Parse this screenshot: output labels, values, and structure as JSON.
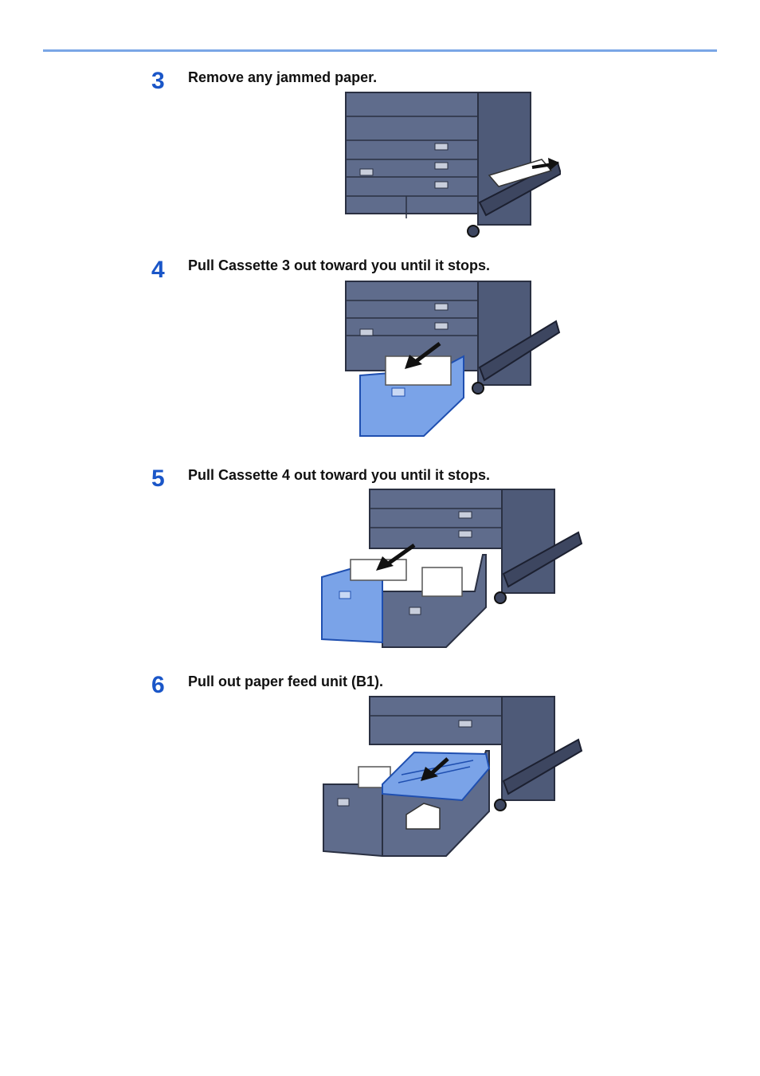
{
  "steps": [
    {
      "number": "3",
      "text": "Remove any jammed paper."
    },
    {
      "number": "4",
      "text": "Pull Cassette 3 out toward you until it stops."
    },
    {
      "number": "5",
      "text": "Pull Cassette 4 out toward you until it stops."
    },
    {
      "number": "6",
      "text": "Pull out paper feed unit (B1)."
    }
  ],
  "colors": {
    "accent": "#1a56c8",
    "rule": "#7aa6e6",
    "machine": "#5f6c8c",
    "cassette_blue": "#7aa3e8"
  }
}
